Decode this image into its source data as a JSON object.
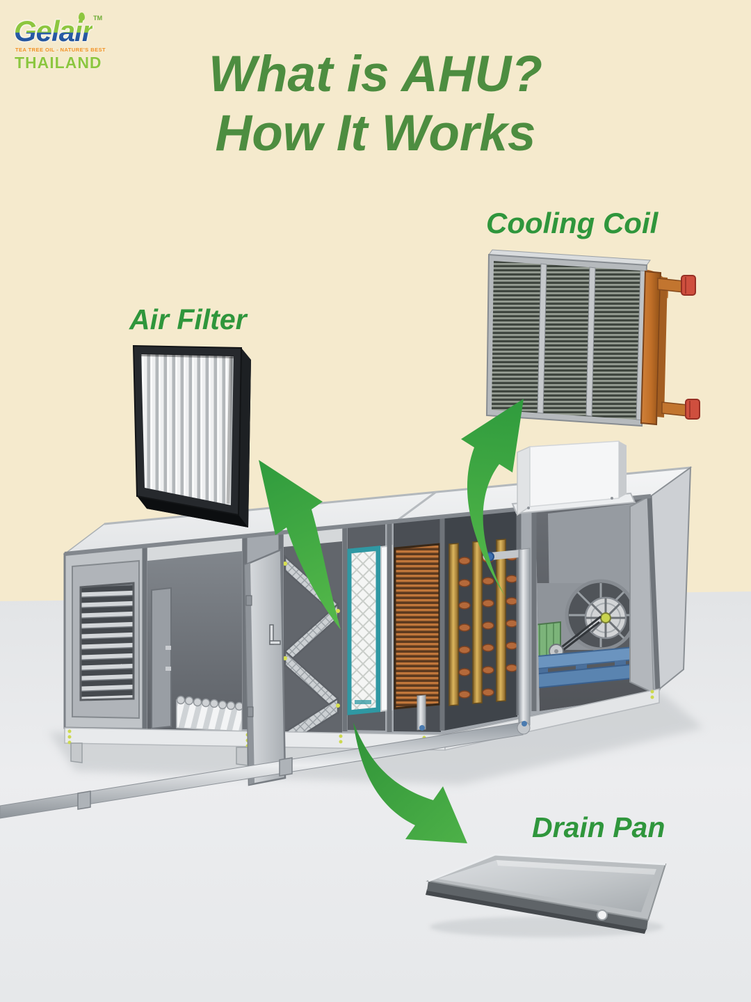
{
  "logo": {
    "brand": "Gelair",
    "tm": "TM",
    "tagline": "TEA TREE OIL - NATURE'S BEST",
    "country": "THAILAND",
    "lime": "#8dc63f",
    "navy": "#2a5ca8",
    "orange": "#f29226"
  },
  "title": {
    "line1": "What is AHU?",
    "line2": "How It Works",
    "color": "#4d8d40"
  },
  "diagram": {
    "labels": {
      "air_filter": "Air Filter",
      "cooling_coil": "Cooling Coil",
      "drain_pan": "Drain Pan"
    },
    "label_color": "#2f963c",
    "arrow_green_dark": "#2f9b3d",
    "arrow_green_light": "#56b94a",
    "background_cream": "#f5eacd",
    "floor_gray": "#e9ebec"
  }
}
